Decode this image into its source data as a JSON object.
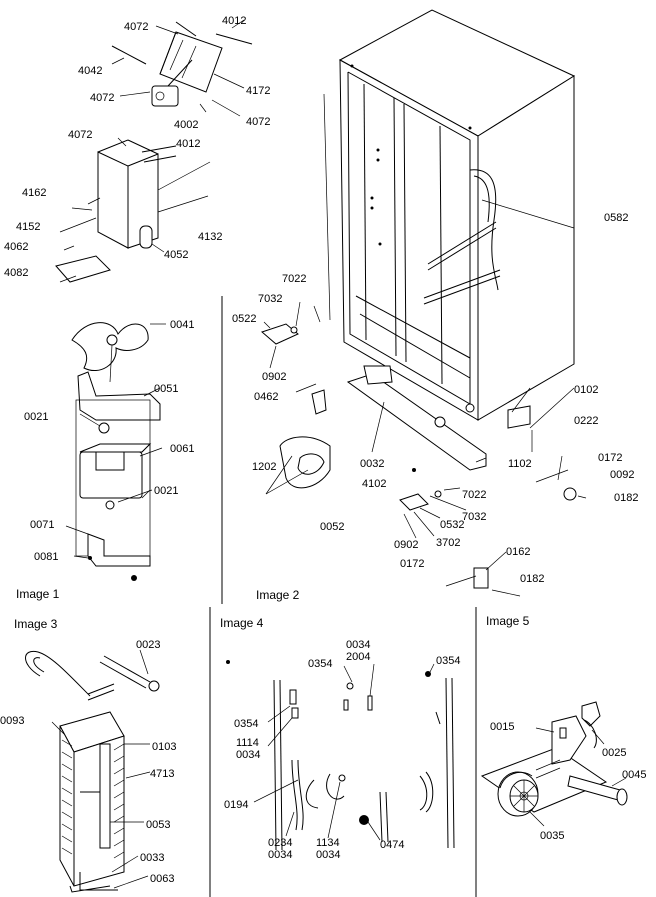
{
  "captions": {
    "image1": "Image 1",
    "image2": "Image 2",
    "image3": "Image 3",
    "image4": "Image 4",
    "image5": "Image 5"
  },
  "image1_labels": {
    "l4072a": "4072",
    "l4012a": "4012",
    "l4042": "4042",
    "l4072b": "4072",
    "l4172": "4172",
    "l4002": "4002",
    "l4072c": "4072",
    "l4072d": "4072",
    "l4012b": "4012",
    "l4162": "4162",
    "l4152": "4152",
    "l4132": "4132",
    "l4062": "4062",
    "l4082": "4082",
    "l4052": "4052",
    "l0041": "0041",
    "l0051": "0051",
    "l0021a": "0021",
    "l0061": "0061",
    "l0021b": "0021",
    "l0071": "0071",
    "l0081": "0081"
  },
  "image2_labels": {
    "l0582": "0582",
    "l7022a": "7022",
    "l7032a": "7032",
    "l0522": "0522",
    "l0902a": "0902",
    "l0462": "0462",
    "l0102": "0102",
    "l0222": "0222",
    "l1202": "1202",
    "l0032": "0032",
    "l1102": "1102",
    "l0172a": "0172",
    "l0092": "0092",
    "l4102": "4102",
    "l7022b": "7022",
    "l0182a": "0182",
    "l7032b": "7032",
    "l0052": "0052",
    "l0532": "0532",
    "l0902b": "0902",
    "l3702": "3702",
    "l0162": "0162",
    "l0172b": "0172",
    "l0182b": "0182"
  },
  "image3_labels": {
    "l0023": "0023",
    "l0093": "0093",
    "l0103": "0103",
    "l4713": "4713",
    "l0053": "0053",
    "l0033": "0033",
    "l0063": "0063"
  },
  "image4_labels": {
    "l0034a": "0034",
    "l2004": "2004",
    "l0354a": "0354",
    "l0354b": "0354",
    "l0354c": "0354",
    "l1114": "1114",
    "l0034b": "0034",
    "l0194": "0194",
    "l0234": "0234",
    "l0034c": "0034",
    "l1134": "1134",
    "l0034d": "0034",
    "l0474": "0474"
  },
  "image5_labels": {
    "l0015": "0015",
    "l0025": "0025",
    "l0045": "0045",
    "l0035": "0035"
  }
}
